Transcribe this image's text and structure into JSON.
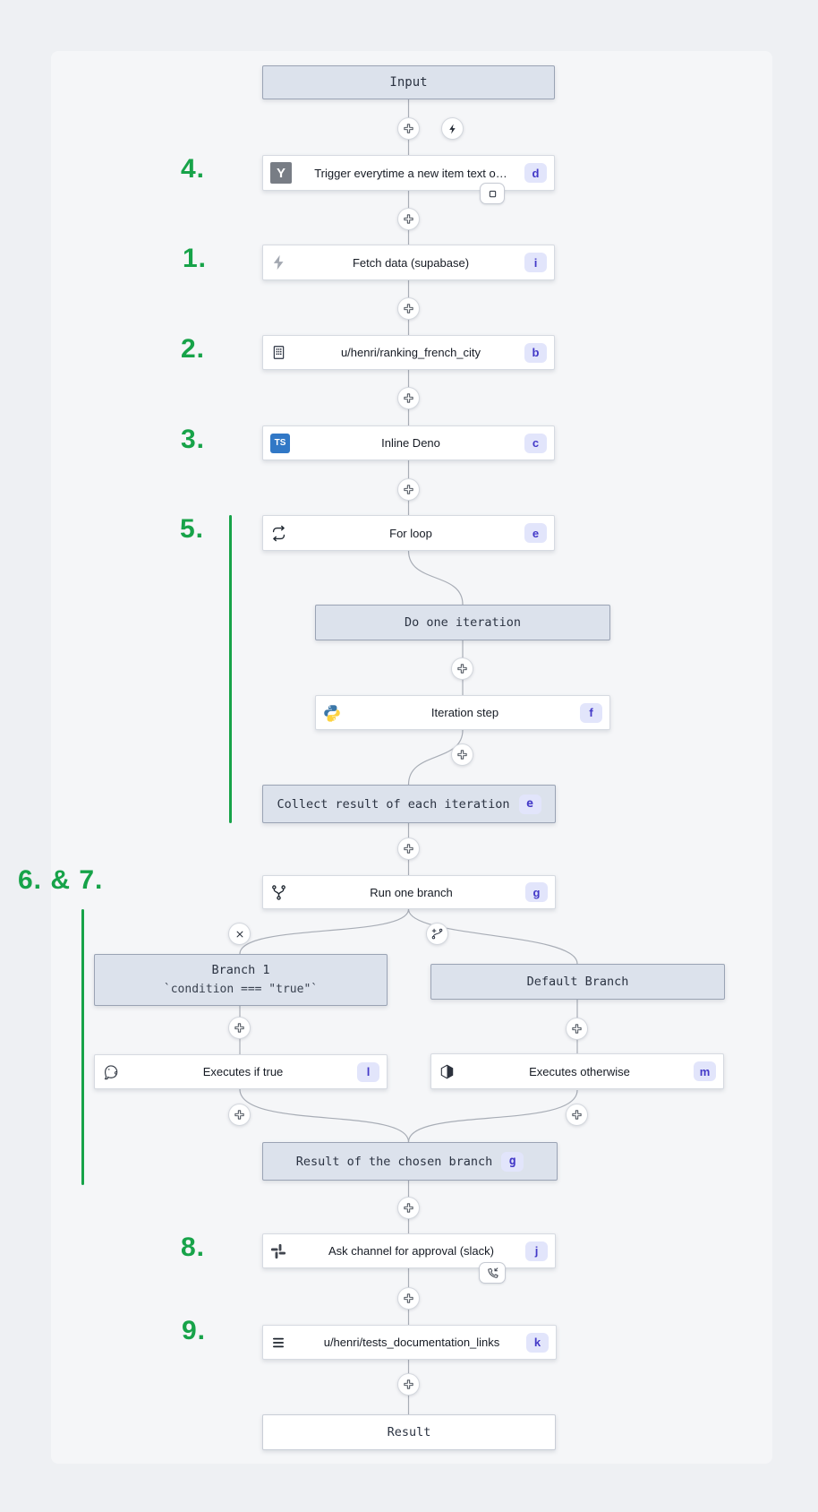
{
  "colors": {
    "accent_green": "#17a349",
    "canvas_bg": "#f5f6f8",
    "page_bg": "#eef0f3",
    "header_fill": "#dce2ec",
    "header_border": "#9aa3b4",
    "badge_bg": "#e2e5fb",
    "badge_text": "#4339c8",
    "connector": "#a8adb6"
  },
  "annotations": {
    "labels": [
      "4.",
      "1.",
      "2.",
      "3.",
      "5.",
      "6. & 7.",
      "8.",
      "9."
    ]
  },
  "nodes": {
    "input": {
      "label": "Input"
    },
    "trigger": {
      "label": "Trigger everytime a new item text o…",
      "badge": "d"
    },
    "fetch": {
      "label": "Fetch data (supabase)",
      "badge": "i"
    },
    "ranking": {
      "label": "u/henri/ranking_french_city",
      "badge": "b"
    },
    "inline_deno": {
      "label": "Inline Deno",
      "badge": "c"
    },
    "for_loop": {
      "label": "For loop",
      "badge": "e"
    },
    "do_one_iteration": {
      "label": "Do one iteration"
    },
    "iteration_step": {
      "label": "Iteration step",
      "badge": "f"
    },
    "collect": {
      "label": "Collect result of each iteration",
      "badge": "e"
    },
    "run_one_branch": {
      "label": "Run one branch",
      "badge": "g"
    },
    "branch1": {
      "title": "Branch 1",
      "condition": "`condition === \"true\"`"
    },
    "default_branch": {
      "label": "Default Branch"
    },
    "executes_if_true": {
      "label": "Executes if true",
      "badge": "l"
    },
    "executes_otherwise": {
      "label": "Executes otherwise",
      "badge": "m"
    },
    "result_chosen": {
      "label": "Result of the chosen branch",
      "badge": "g"
    },
    "ask_approval": {
      "label": "Ask channel for approval (slack)",
      "badge": "j"
    },
    "tests_docs": {
      "label": "u/henri/tests_documentation_links",
      "badge": "k"
    },
    "result": {
      "label": "Result"
    }
  },
  "icons": {
    "add_step": "outlined plus cross",
    "bolt": "lightning trigger",
    "hackernews": "gray Y square",
    "supabase": "gray lightning",
    "building": "office building outline",
    "typescript": "blue TS square",
    "loop": "repeat arrows",
    "python": "python two-snake logo",
    "git_branch": "merge branch glyph",
    "remove_branch": "x cross",
    "add_branch": "branch with plus",
    "postgresql": "elephant outline",
    "cube": "half-filled cube",
    "slack": "pinwheel logo",
    "phone_incoming": "suspend/approval phone",
    "stop_square": "square outline",
    "menu": "hamburger lines"
  }
}
